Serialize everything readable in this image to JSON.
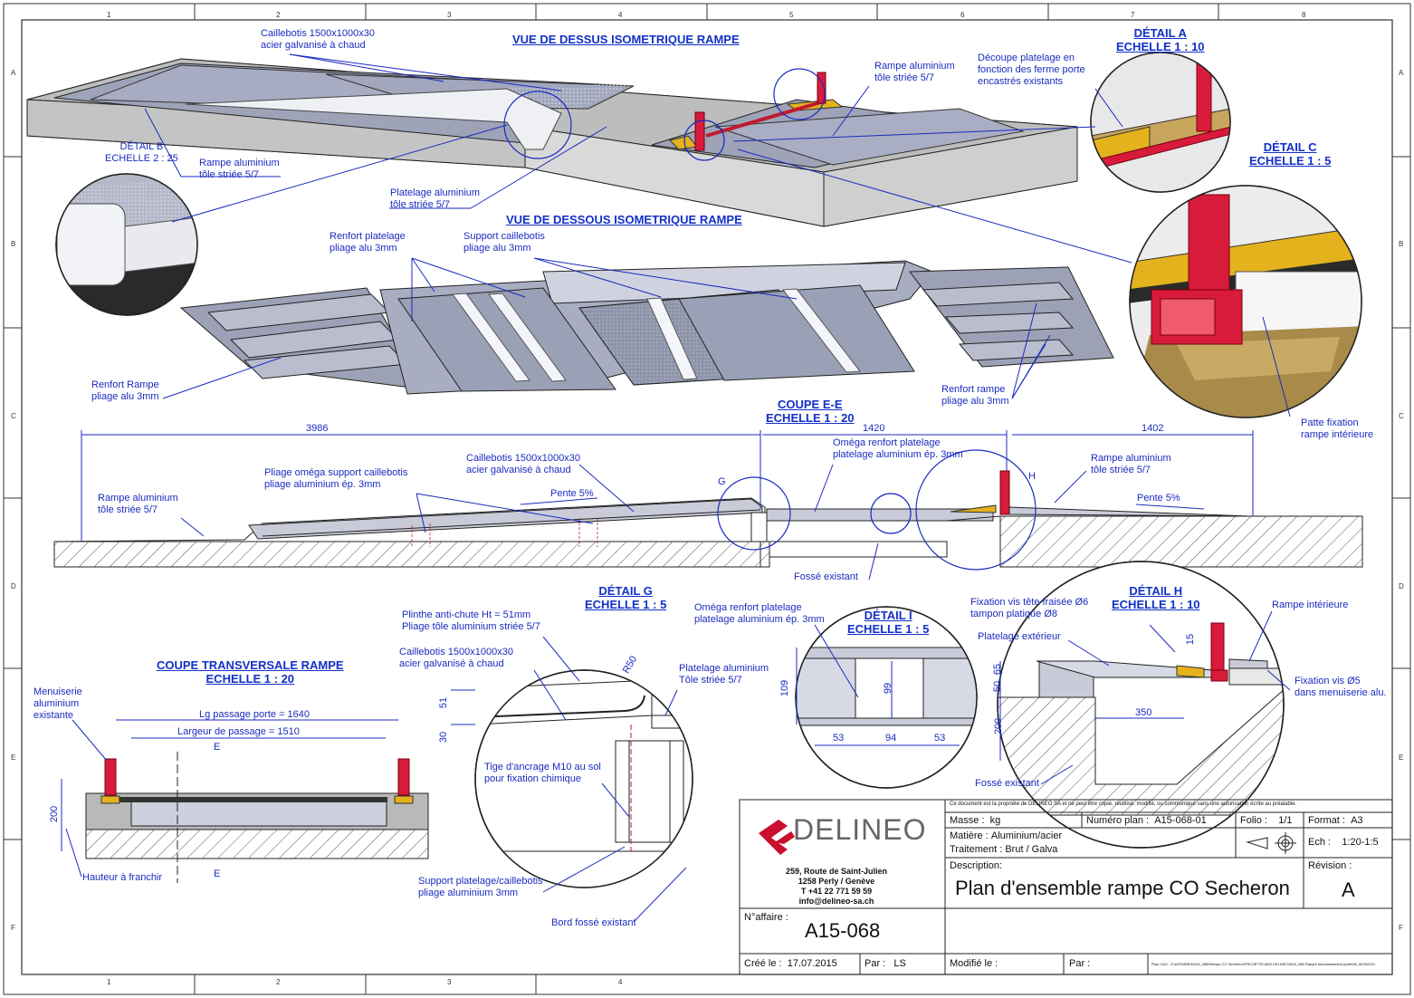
{
  "grid": {
    "cols": [
      "1",
      "2",
      "3",
      "4",
      "5",
      "6",
      "7",
      "8"
    ],
    "rows": [
      "A",
      "B",
      "C",
      "D",
      "E",
      "F"
    ]
  },
  "views": {
    "top_iso": "VUE DE DESSUS ISOMETRIQUE RAMPE",
    "bottom_iso": "VUE DE DESSOUS ISOMETRIQUE RAMPE",
    "detail_a": [
      "DÉTAIL A",
      "ECHELLE 1 : 10"
    ],
    "detail_c": [
      "DÉTAIL C",
      "ECHELLE 1 : 5"
    ],
    "coupe_ee": [
      "COUPE E-E",
      "ECHELLE 1 : 20"
    ],
    "detail_g": [
      "DÉTAIL G",
      "ECHELLE 1 : 5"
    ],
    "detail_i": [
      "DÉTAIL I",
      "ECHELLE 1 : 5"
    ],
    "detail_h": [
      "DÉTAIL H",
      "ECHELLE 1 : 10"
    ],
    "coupe_trans": [
      "COUPE TRANSVERSALE RAMPE",
      "ECHELLE 1 : 20"
    ]
  },
  "labels": {
    "caillebotis_top": [
      "Caillebotis 1500x1000x30",
      "acier galvanisé à chaud"
    ],
    "rampe_alu_top": [
      "Rampe aluminium",
      "tôle striée 5/7"
    ],
    "decoupe": [
      "Découpe platelage en",
      "fonction des ferme porte",
      "encastrés existants"
    ],
    "detail_b": [
      "DÉTAIL B",
      "ECHELLE 2 : 25"
    ],
    "rampe_alu_left": [
      "Rampe aluminium",
      "tôle striée 5/7"
    ],
    "platelage_alu": [
      "Platelage aluminium",
      "tôle striée 5/7"
    ],
    "renfort_platelage": [
      "Renfort platelage",
      "pliage alu 3mm"
    ],
    "support_caillebotis": [
      "Support caillebotis",
      "pliage alu 3mm"
    ],
    "renfort_rampe_left": [
      "Renfort Rampe",
      "pliage alu 3mm"
    ],
    "renfort_rampe_right": [
      "Renfort rampe",
      "pliage alu 3mm"
    ],
    "patte_fixation": [
      "Patte fixation",
      "rampe intérieure"
    ],
    "pliage_omega": [
      "Pliage oméga support caillebotis",
      "pliage aluminium ép. 3mm"
    ],
    "caillebotis_ee": [
      "Caillebotis 1500x1000x30",
      "acier galvanisé à chaud"
    ],
    "omega_renfort_ee": [
      "Oméga renfort platelage",
      "platelage aluminium ép. 3mm"
    ],
    "rampe_alu_ee_right": [
      "Rampe aluminium",
      "tôle striée 5/7"
    ],
    "rampe_alu_ee_left": [
      "Rampe aluminium",
      "tôle striée 5/7"
    ],
    "pente_left": "Pente 5%",
    "pente_right": "Pente 5%",
    "fosse_ee": "Fossé existant",
    "g_mark": "G",
    "h_mark": "H",
    "plinthe": [
      "Plinthe anti-chute Ht = 51mm",
      "Pliage tôle aluminium striée 5/7"
    ],
    "caillebotis_g": [
      "Caillebotis 1500x1000x30",
      "acier galvanisé à chaud"
    ],
    "platelage_g": [
      "Platelage aluminium",
      "Tôle striée 5/7"
    ],
    "tige": [
      "Tige d'ancrage M10 au sol",
      "pour fixation chimique"
    ],
    "support_platelage": [
      "Support platelage/caillebotis",
      "pliage aluminium 3mm"
    ],
    "bord_fosse": "Bord fossé existant",
    "omega_i": [
      "Oméga renfort platelage",
      "platelage aluminium ép. 3mm"
    ],
    "fixation_vis": [
      "Fixation vis tête fraisée Ø6",
      "tampon platique Ø8"
    ],
    "platelage_ext": "Platelage extérieur",
    "rampe_int": "Rampe intérieure",
    "fixation_vis5": [
      "Fixation vis Ø5",
      "dans menuiserie alu."
    ],
    "fosse_h": "Fossé existant",
    "menuiserie": [
      "Menuiserie",
      "aluminium",
      "existante"
    ],
    "lg_passage": "Lg passage porte = 1640",
    "largeur_passage": "Largeur de passage = 1510",
    "hauteur": "Hauteur à franchir",
    "e_mark": "E"
  },
  "dims": {
    "d3986": "3986",
    "d1420": "1420",
    "d1402": "1402",
    "r50": "R50",
    "d51": "51",
    "d30": "30",
    "d109": "109",
    "d99": "99",
    "d53a": "53",
    "d94": "94",
    "d53b": "53",
    "d15": "15",
    "d65": "65",
    "d50": "50",
    "d200h": "200",
    "d350": "350",
    "d200t": "200"
  },
  "title_block": {
    "disclaimer": "Ce document est la propriété de DELINEO SA et ne peut être copié, réutilisé, modifié, ou communiqué sans une autorisation écrite au préalable.",
    "logo": "DELINEO",
    "address": [
      "259, Route de Saint-Julien",
      "1258 Perly / Genève",
      "T +41 22 771 59 59",
      "info@delineo-sa.ch"
    ],
    "masse_label": "Masse :",
    "masse_value": "kg",
    "numero_label": "Numéro plan :",
    "numero_value": "A15-068-01",
    "folio_label": "Folio :",
    "folio_value": "1/1",
    "format_label": "Format :",
    "format_value": "A3",
    "matiere_label": "Matière :",
    "matiere_value": "Aluminium/acier",
    "traitement_label": "Traitement :",
    "traitement_value": "Brut / Galva",
    "ech_label": "Ech :",
    "ech_value": "1:20-1:5",
    "description_label": "Description:",
    "description_value": "Plan d'ensemble rampe CO Secheron",
    "revision_label": "Révision :",
    "revision_value": "A",
    "affaire_label": "N°affaire :",
    "affaire_value": "A15-068",
    "cree_label": "Créé le :",
    "cree_value": "17.07.2015",
    "par_label": "Par :",
    "par_value": "LS",
    "modifie_label": "Modifié le :",
    "par2_label": "Par :",
    "path": "Plan CAO : Z:\\AFFAIRES\\A15_068\\Rampe-CO Secheron\\PROJET\\PLANS DELINEO\\A15_068 Rampe franchissement porte\\00_MODELE\\"
  },
  "colors": {
    "line": "#1a2bbf",
    "red": "#d81b3a",
    "yellow": "#e3b21c",
    "concrete": "#cfcfcf",
    "metal": "#8a8fa3"
  }
}
